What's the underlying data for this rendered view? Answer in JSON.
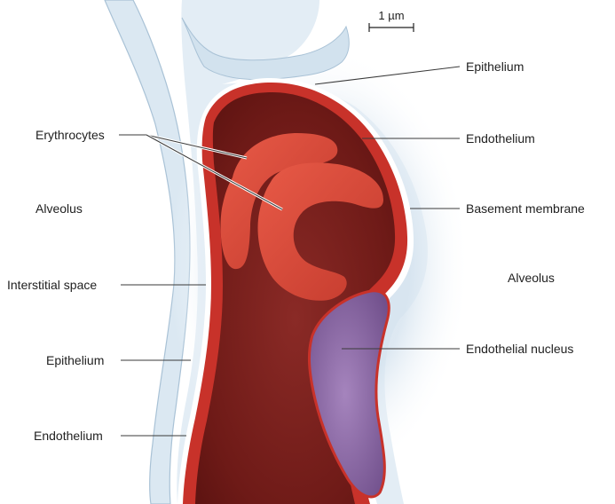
{
  "scale_bar": {
    "label": "1 µm"
  },
  "labels": {
    "epithelium_top": "Epithelium",
    "endothelium_right": "Endothelium",
    "basement_membrane": "Basement membrane",
    "alveolus_right": "Alveolus",
    "endothelial_nucleus": "Endothelial nucleus",
    "erythrocytes": "Erythrocytes",
    "alveolus_left": "Alveolus",
    "interstitial_space": "Interstitial space",
    "epithelium_left": "Epithelium",
    "endothelium_left": "Endothelium"
  },
  "colors": {
    "capillary_lumen": "#7a1d1a",
    "endothelium": "#c8322a",
    "erythrocyte": "#d9493c",
    "nucleus": "#8c6aa6",
    "epithelium_tissue": "#d7e6f1"
  }
}
